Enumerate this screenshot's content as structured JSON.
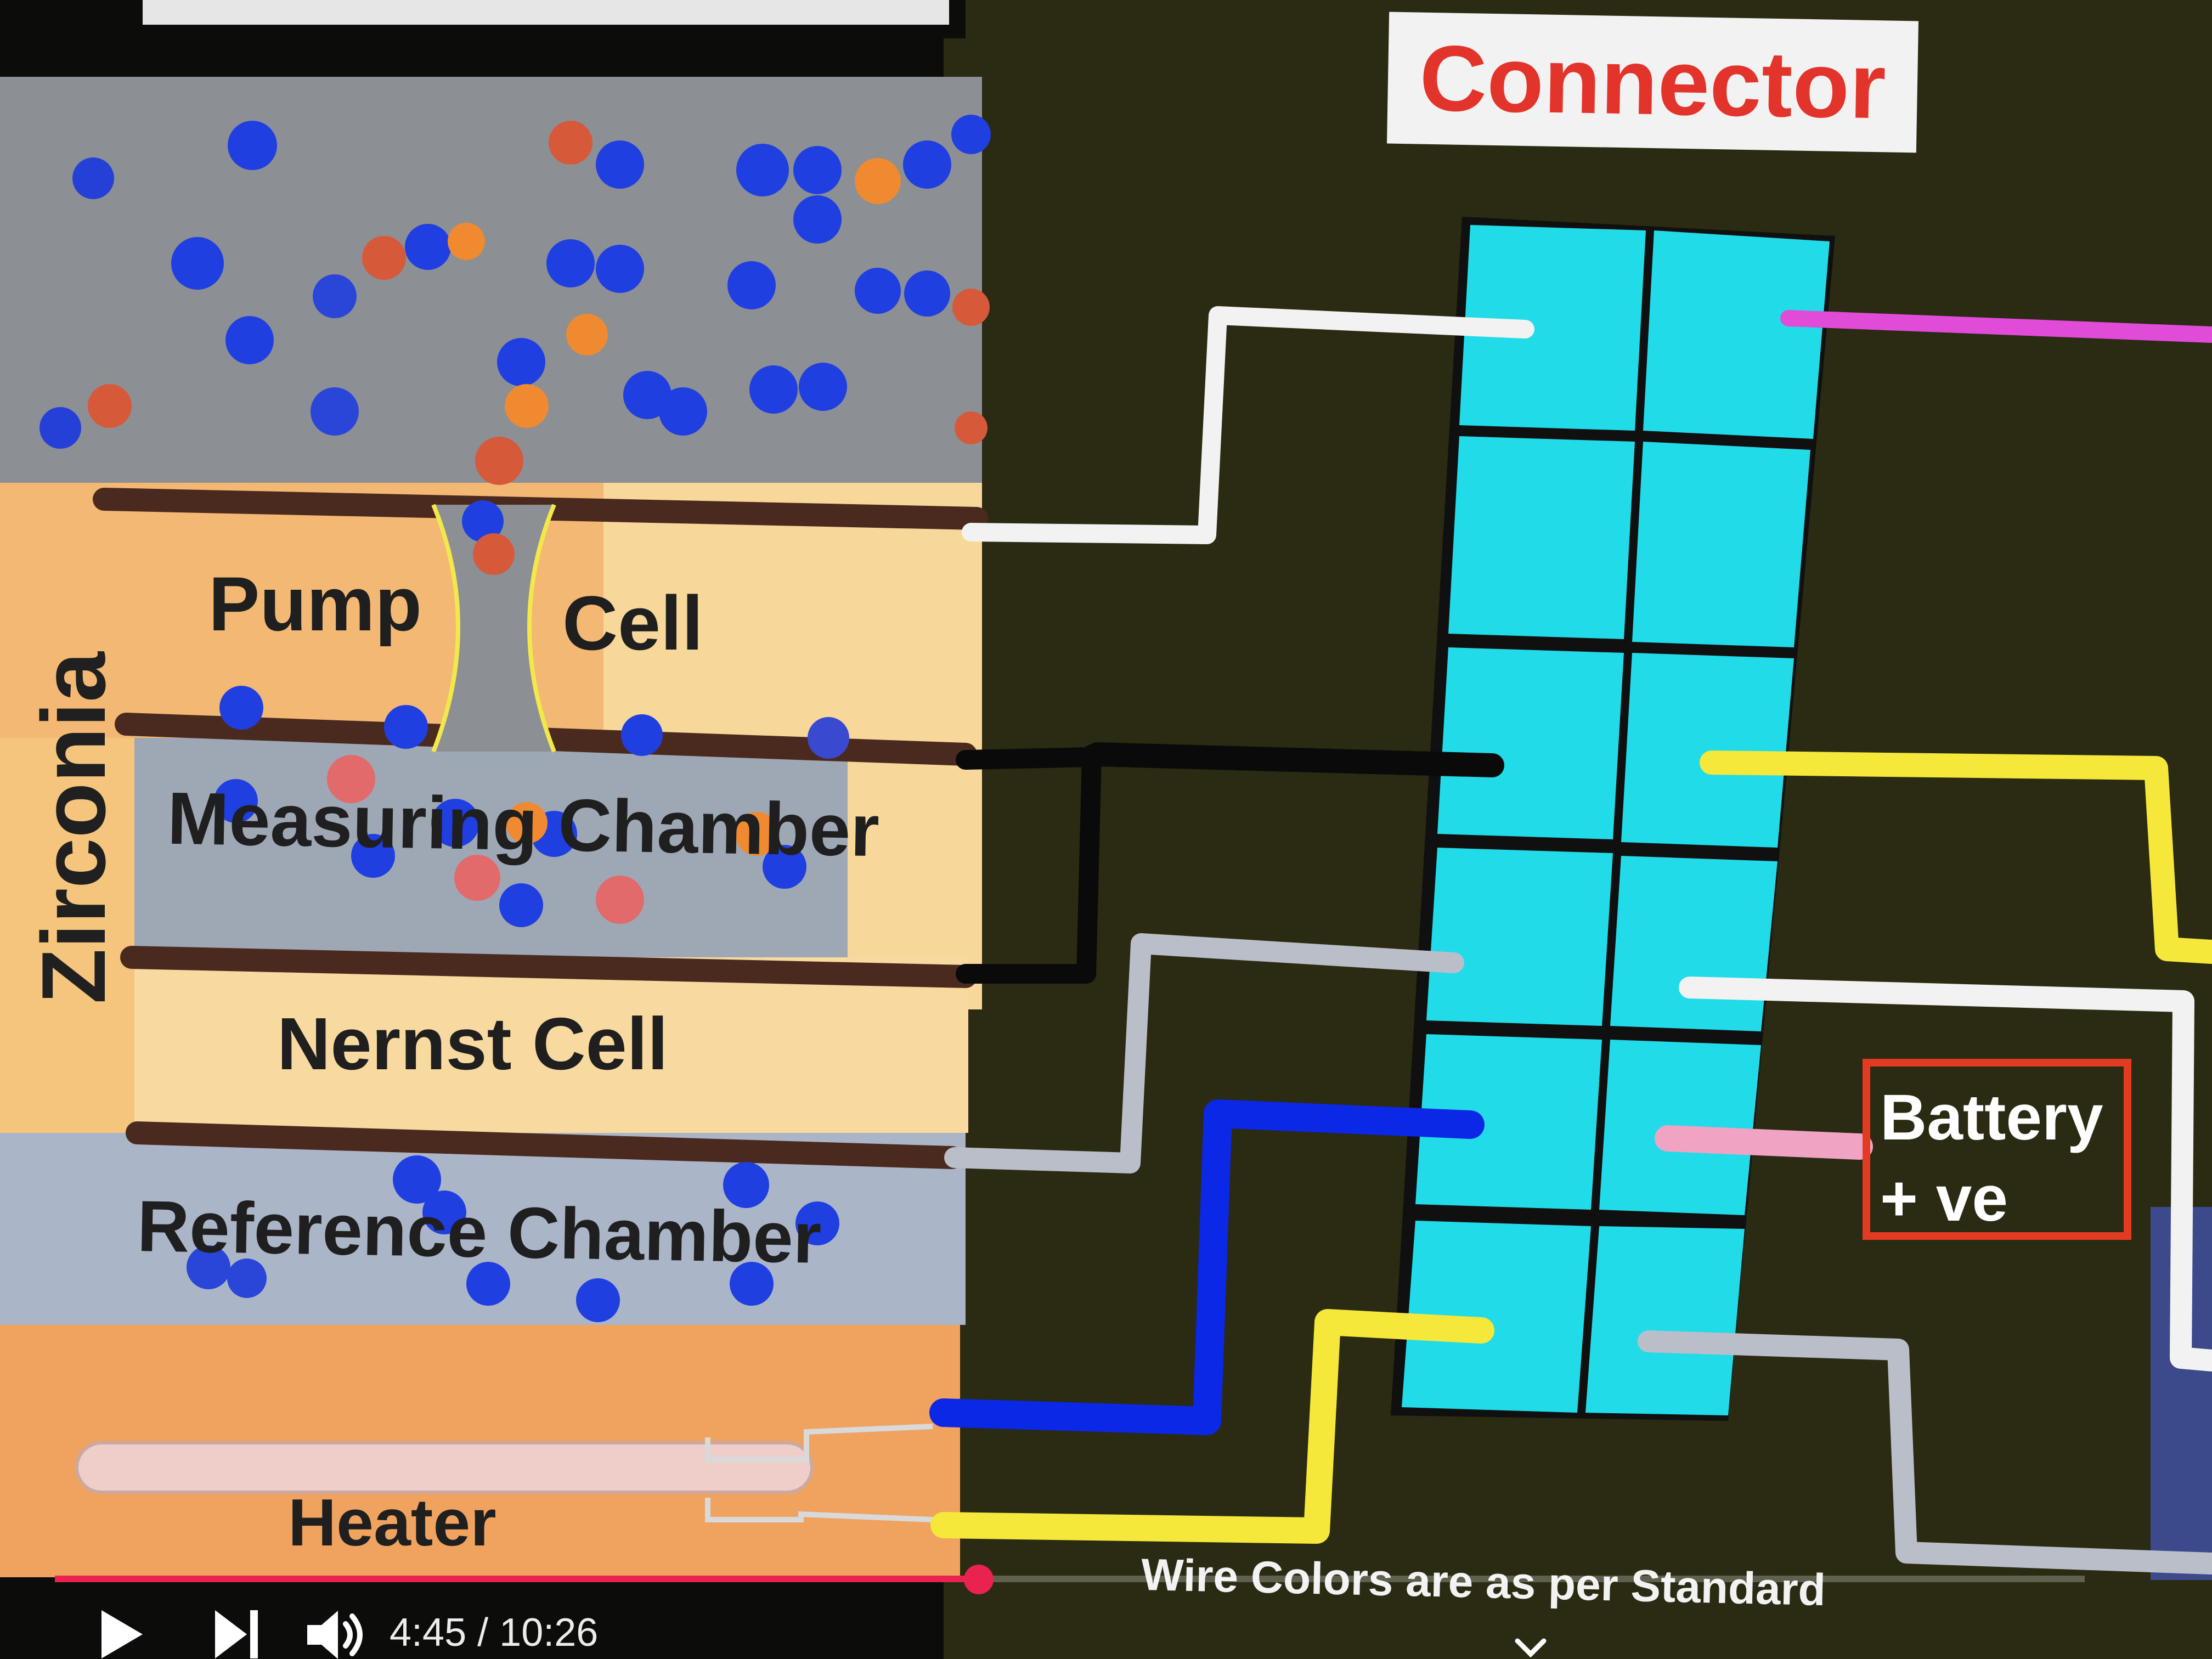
{
  "video": {
    "current_time": "4:45",
    "time_separator": " / ",
    "duration": "10:26",
    "progress": 0.455
  },
  "diagram": {
    "connector_title": "Connector",
    "zirconia_label": "Zirconia",
    "pump_label": "Pump",
    "cell_label": "Cell",
    "measuring_chamber_label": "Measuring Chamber",
    "nernst_cell_label": "Nernst Cell",
    "reference_chamber_label": "Reference Chamber",
    "heater_label": "Heater",
    "battery_line1": "Battery",
    "battery_line2": "+ ve",
    "footer_note": "Wire Colors are as per Standard"
  },
  "colors": {
    "connector_cells": "#22dbe8",
    "wire_white": "#f2f2f2",
    "wire_magenta": "#e04bd8",
    "wire_black": "#0a0a0a",
    "wire_yellow": "#f5e83a",
    "wire_grey": "#b9bec9",
    "wire_blue": "#0a28e6",
    "wire_pink": "#f1a3c4",
    "pump_layer": "#f5b06e",
    "reference_chamber": "#a9b5c6",
    "heater_layer": "#f0a25f",
    "progress": "#e9224f"
  }
}
